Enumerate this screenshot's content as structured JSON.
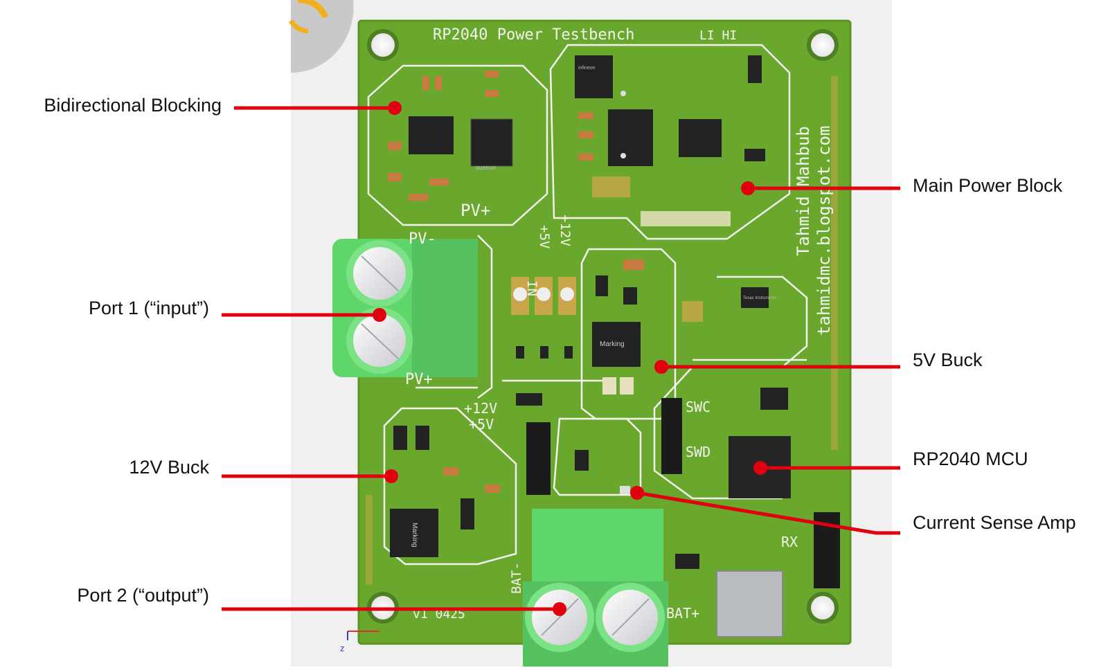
{
  "board": {
    "title": "RP2040 Power Testbench",
    "li_hi": "LI HI",
    "author": "Tahmid Mahbub",
    "url": "tahmidmc.blogspot.com",
    "version": "v1 0425",
    "rail_in": "IN",
    "rail_5v": "+5V",
    "rail_12v": "+12V",
    "jumper_12v": "+12V",
    "jumper_5v": "+5V",
    "swc": "SWC",
    "swd": "SWD",
    "rx": "RX",
    "bat_plus": "BAT+",
    "bat_minus": "BAT-",
    "pv_plus_top": "PV+",
    "pv_minus": "PV-",
    "pv_plus_port": "PV+",
    "marking": "Marking",
    "vendor1": "onsemi",
    "vendor2": "infineon",
    "vendor3": "Texas Instruments",
    "axis_z": "z"
  },
  "callouts": {
    "bidirectional_blocking": "Bidirectional Blocking",
    "main_power_block": "Main Power Block",
    "port1": "Port 1 (“input”)",
    "buck_5v": "5V Buck",
    "rp2040_mcu": "RP2040 MCU",
    "buck_12v": "12V Buck",
    "current_sense_amp": "Current Sense Amp",
    "port2": "Port 2 (“output”)"
  },
  "colors": {
    "pcb": "#69a82d",
    "pcb_dark": "#4f8a1f",
    "silk": "#f3f3ef",
    "chip": "#222222",
    "terminal": "#5fd66a",
    "callout": "#e00010",
    "pad_gold": "#c9a64a"
  }
}
